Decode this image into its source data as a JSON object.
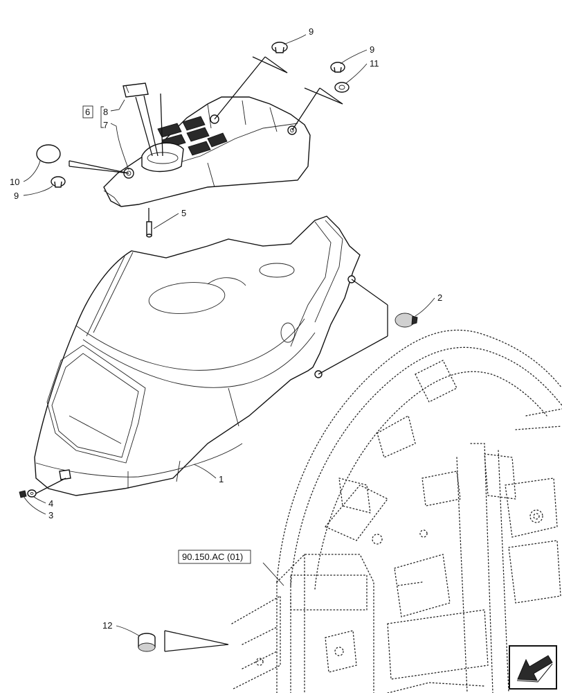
{
  "callouts": {
    "c1": "1",
    "c2": "2",
    "c3": "3",
    "c4": "4",
    "c5": "5",
    "c6": "6",
    "c7": "7",
    "c8": "8",
    "c9a": "9",
    "c9b": "9",
    "c9c": "9",
    "c10": "10",
    "c11": "11",
    "c12": "12"
  },
  "reference": "90.150.AC (01)",
  "colors": {
    "line": "#111111",
    "shade": "#d0d0d0",
    "dark": "#2a2a2a",
    "background": "#ffffff"
  },
  "icons": {
    "nav": "arrow-bottom-left-icon"
  }
}
